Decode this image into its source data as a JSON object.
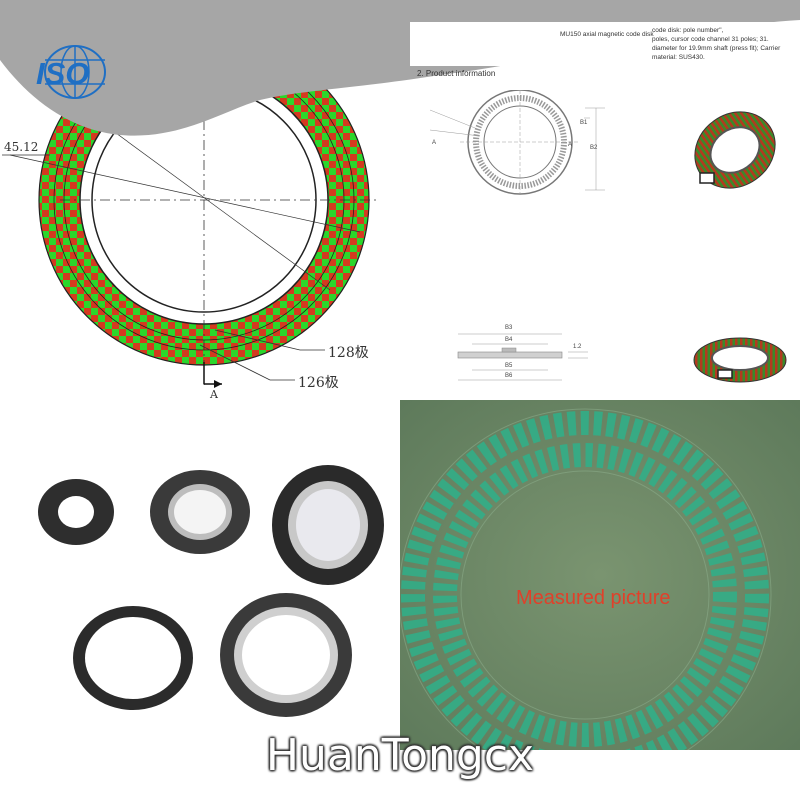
{
  "logo": {
    "text": "ISO"
  },
  "drawing": {
    "dimension_top": "45.12",
    "label_outer_poles": "128极",
    "label_inner_poles": "126极",
    "section_label": "A"
  },
  "product_header": {
    "product_name": "MU150 axial magnetic code disk",
    "info_text_lines": [
      "code disk: pole number\",",
      "poles, cursor code channel 31 poles; 31.",
      "diameter for 19.9mm shaft (press fit); Carrier",
      "material: SUS430."
    ],
    "section_title": "2. Product information"
  },
  "tech_drawing_labels": {
    "top": [
      "A",
      "B1",
      "B2",
      "A"
    ],
    "side": [
      "B3",
      "B4",
      "B5",
      "B6",
      "1.2"
    ]
  },
  "measured": {
    "label": "Measured picture"
  },
  "watermark": {
    "text": "HuanTongcx"
  },
  "colors": {
    "grey_band": "#a6a6a6",
    "pole_green": "#2bd62b",
    "pole_red": "#d43a1f",
    "measured_bg": "#6f8a6a",
    "measured_pole": "#2fb08a",
    "label_red": "#e0402a",
    "iso_blue": "#1f6fc4"
  }
}
